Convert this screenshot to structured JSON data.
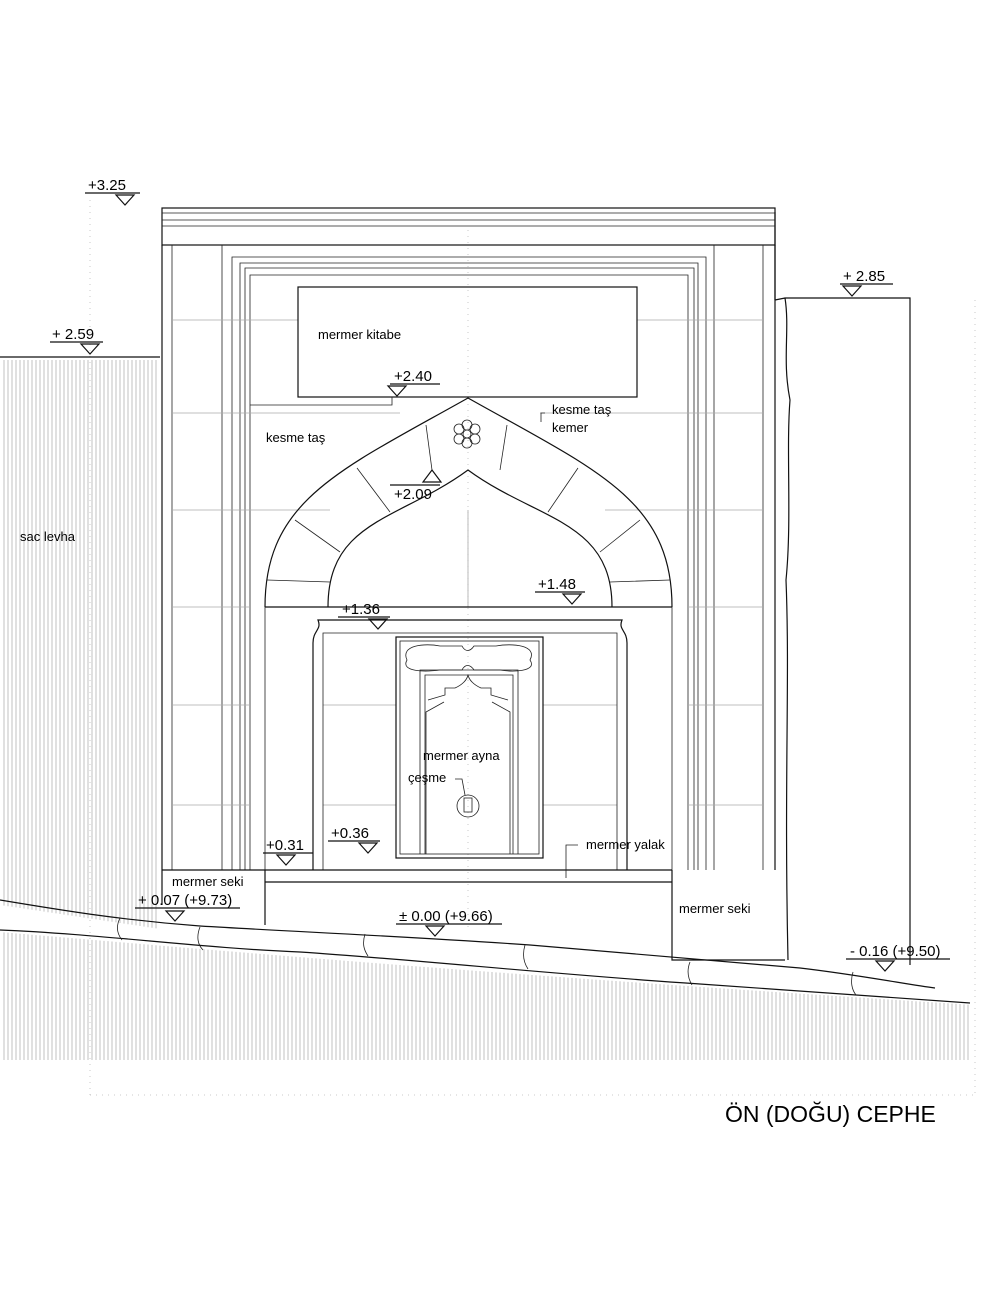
{
  "title": "ÖN (DOĞU) CEPHE",
  "labels": {
    "kitabe": "mermer kitabe",
    "kesme_tas": "kesme taş",
    "kesme_tas_kemer_1": "kesme taş",
    "kesme_tas_kemer_2": "kemer",
    "sac_levha": "sac levha",
    "ayna": "mermer ayna",
    "cesme": "çeşme",
    "yalak": "mermer yalak",
    "seki_left": "mermer seki",
    "seki_right": "mermer seki"
  },
  "levels": {
    "top": "+3.25",
    "right_wall": "+ 2.85",
    "left_wall": "+ 2.59",
    "kitabe_bottom": "+2.40",
    "arch_inner": "+2.09",
    "arch_spring": "+1.48",
    "niche_top": "+1.36",
    "seki": "+0.31",
    "yalak": "+0.36",
    "left_ground": "+ 0.07 (+9.73)",
    "zero": "± 0.00 (+9.66)",
    "right_ground": "- 0.16 (+9.50)"
  }
}
